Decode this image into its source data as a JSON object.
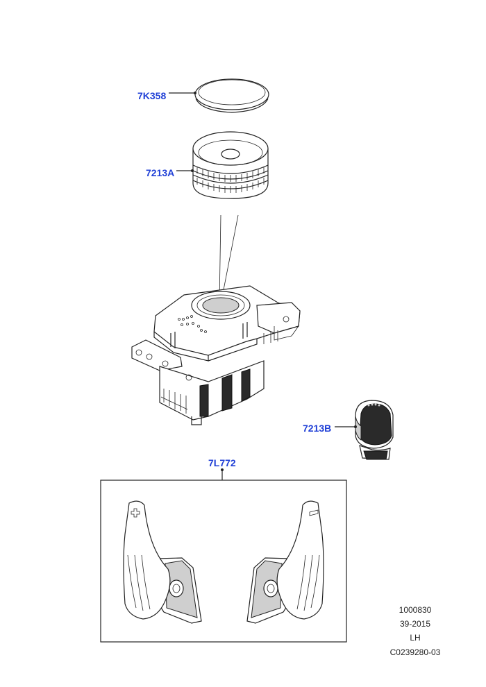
{
  "callouts": {
    "cap": "7K358",
    "knob": "7213A",
    "knob_b": "7213B",
    "paddles": "7L772"
  },
  "footer": {
    "line1": "1000830",
    "line2": "39-2015",
    "line3": "LH",
    "line4": "C0239280-03"
  },
  "colors": {
    "callout": "#1f3fd6",
    "line": "#222222"
  }
}
